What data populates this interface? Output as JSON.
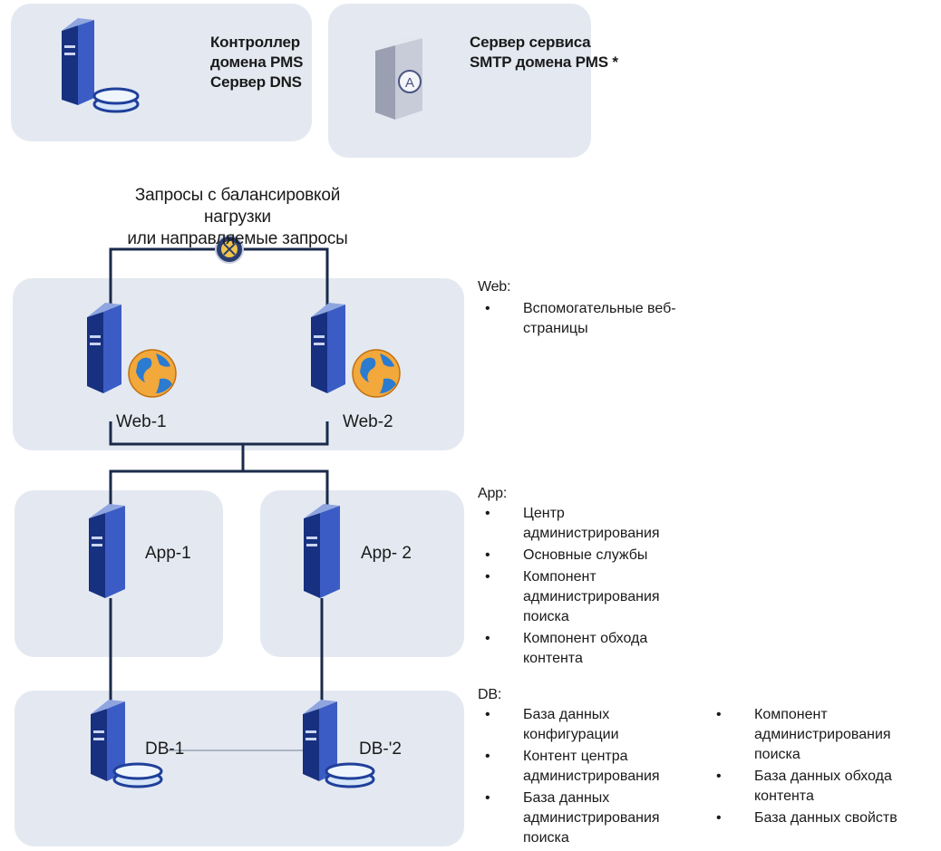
{
  "top": {
    "domain_controller": [
      "Контроллер",
      "домена PMS",
      "Сервер DNS"
    ],
    "smtp_server": [
      "Сервер сервиса",
      "SMTP домена PMS *"
    ],
    "smtp_badge": "A"
  },
  "balancer_caption": [
    "Запросы с балансировкой нагрузки",
    "или направляемые запросы"
  ],
  "servers": {
    "web1": "Web-1",
    "web2": "Web-2",
    "app1": "App-1",
    "app2": "App- 2",
    "db1": "DB-1",
    "db2": "DB-'2"
  },
  "legend": {
    "web": {
      "title": "Web:",
      "items": [
        "Вспомогательные веб-страницы"
      ]
    },
    "app": {
      "title": "App:",
      "items": [
        "Центр администрирования",
        "Основные службы",
        "Компонент администрирования поиска",
        "Компонент обхода контента"
      ]
    },
    "db": {
      "title": "DB:",
      "items_left": [
        "База данных конфигурации",
        "Контент центра администрирования",
        "База данных администрирования поиска"
      ],
      "items_right": [
        "Компонент администрирования поиска",
        "База данных обхода контента",
        "База данных свойств"
      ]
    }
  },
  "colors": {
    "panel": "#e4e9f1",
    "server": "#1f3f9a",
    "line": "#1a2a4a"
  }
}
